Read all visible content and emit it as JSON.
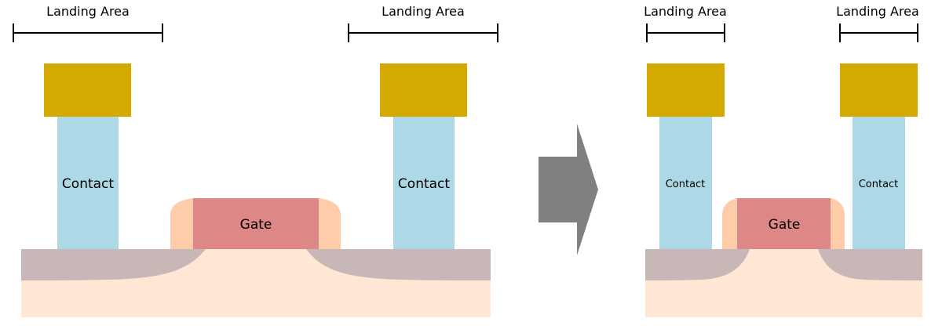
{
  "before": {
    "landing_left": "Landing Area",
    "landing_right": "Landing Area",
    "contact_left": "Contact",
    "contact_right": "Contact",
    "gate": "Gate"
  },
  "after": {
    "landing_left": "Landing Area",
    "landing_right": "Landing Area",
    "contact_left": "Contact",
    "contact_right": "Contact",
    "gate": "Gate"
  },
  "colors": {
    "pad": "#d4aa00",
    "contact": "#add8e6",
    "gate": "#de8787",
    "spacer": "#ffccaa",
    "substrate": "#ffe6d5",
    "diffusion": "#c8b7b7",
    "arrow": "#808080",
    "bracket": "#000000"
  }
}
